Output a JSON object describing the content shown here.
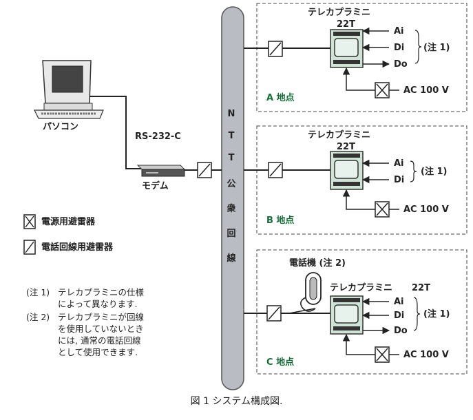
{
  "pc_label": "パソコン",
  "rs232_label": "RS-232-C",
  "modem_label": "モデム",
  "bus_label_chars": [
    "N",
    "T",
    "T",
    "公",
    "衆",
    "回",
    "線"
  ],
  "legend": {
    "power_arrester": "電源用避雷器",
    "phone_arrester": "電話回線用避雷器"
  },
  "notes": {
    "note1_tag": "(注 1)",
    "note1_lines": [
      "テレカプラミニの仕様",
      "によって異なります."
    ],
    "note2_tag": "(注 2)",
    "note2_lines": [
      "テレカプラミニが回線",
      "を使用していないとき",
      "には, 通常の電話回線",
      "として使用できます."
    ]
  },
  "sites": [
    {
      "device_name": "テレカプラミニ",
      "device_model": "22T",
      "signals": [
        "Ai",
        "Di",
        "Do"
      ],
      "signal_note": "(注 1)",
      "power": "AC 100 V",
      "location": "A 地点"
    },
    {
      "device_name": "テレカプラミニ",
      "device_model": "22T",
      "signals": [
        "Ai",
        "Di"
      ],
      "signal_note": "(注 1)",
      "power": "AC 100 V",
      "location": "B 地点"
    },
    {
      "device_name": "テレカプラミニ",
      "device_model": "22T",
      "signals": [
        "Ai",
        "Di",
        "Do"
      ],
      "signal_note": "(注 1)",
      "power": "AC 100 V",
      "location": "C 地点",
      "phone_label": "電話機 (注 2)"
    }
  ],
  "caption": "図 1  システム構成図."
}
